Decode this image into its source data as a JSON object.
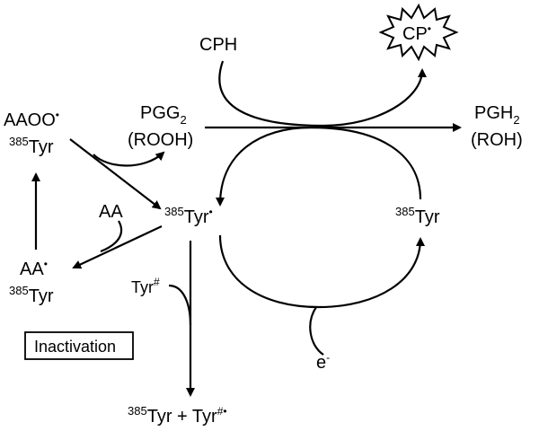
{
  "colors": {
    "ink": "#000000",
    "background": "#ffffff"
  },
  "labels": {
    "cph": "CPH",
    "cp_radical_base": "CP",
    "cp_radical_dot": "•",
    "pgg2_base": "PGG",
    "pgg2_sub": "2",
    "rooh": "(ROOH)",
    "pgh2_base": "PGH",
    "pgh2_sub": "2",
    "roh": "(ROH)",
    "aaoo_base": "AAOO",
    "aaoo_dot": "•",
    "tyr385_num": "385",
    "tyr_word": "Tyr",
    "aa": "AA",
    "aa_radical_base": "AA",
    "aa_radical_dot": "•",
    "tyr385_radical_dot": "•",
    "tyr_hash_base": "Tyr",
    "tyr_hash_sup": "#",
    "inactivation": "Inactivation",
    "electron_base": "e",
    "electron_sup": "-",
    "bottom_plus": " + ",
    "bottom_tyr_hash_sup": "#•"
  }
}
